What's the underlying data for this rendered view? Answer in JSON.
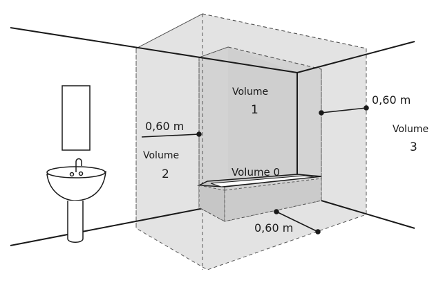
{
  "zones": {
    "volume0": {
      "label": "Volume 0"
    },
    "volume1": {
      "word": "Volume",
      "num": "1"
    },
    "volume2": {
      "word": "Volume",
      "num": "2"
    },
    "volume3": {
      "word": "Volume",
      "num": "3"
    }
  },
  "distances": {
    "left": "0,60 m",
    "right": "0,60 m",
    "bottom": "0,60 m"
  },
  "colors": {
    "zone_outer": "#e3e3e3",
    "zone_inner": "#d3d3d3",
    "zone_tub_band": "#c6c6c6",
    "line": "#1a1a1a",
    "dashed": "#555555"
  }
}
